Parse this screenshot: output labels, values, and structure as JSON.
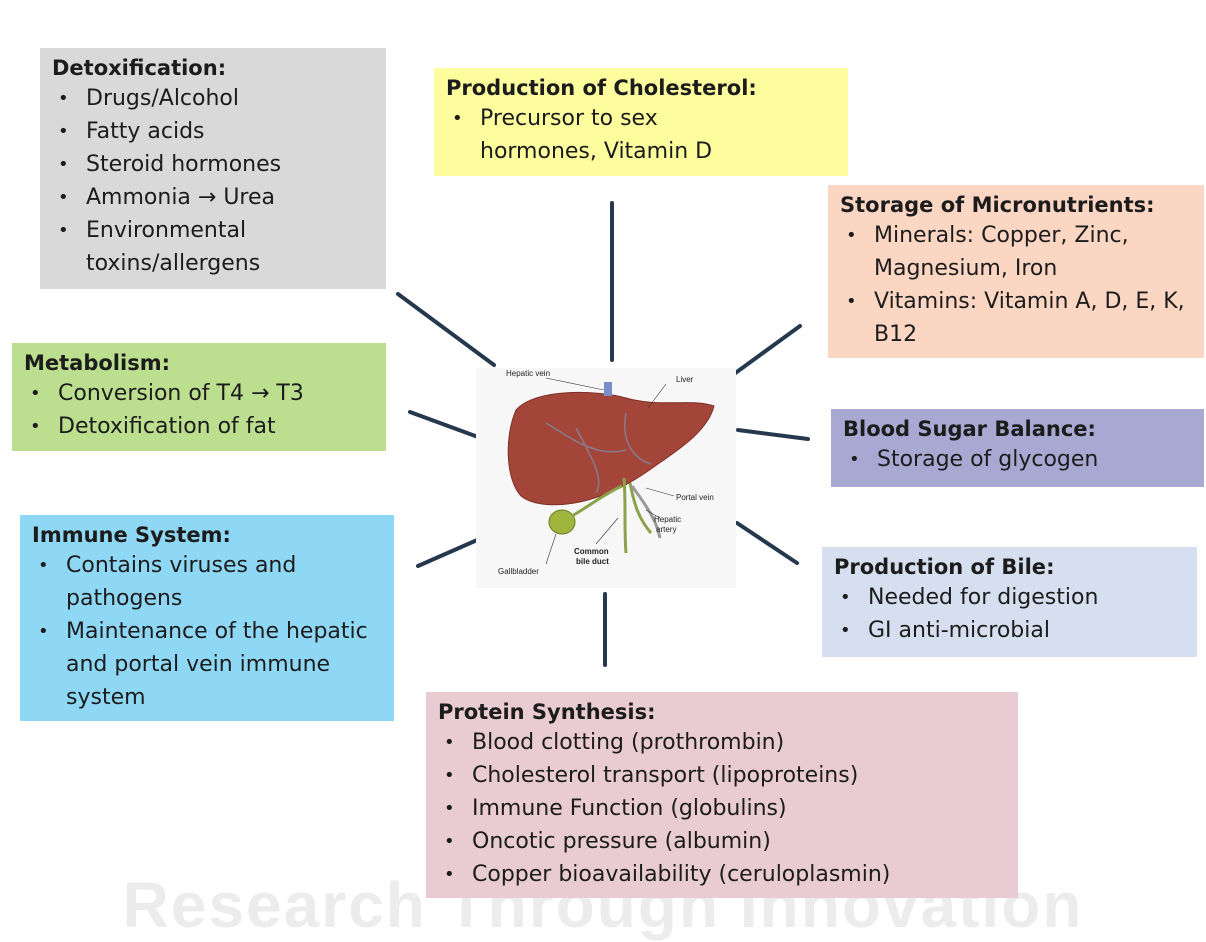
{
  "watermark": "Research Through Innovation",
  "boxes": {
    "detox": {
      "title": "Detoxification",
      "items": [
        "Drugs/Alcohol",
        "Fatty acids",
        "Steroid hormones",
        "Ammonia → Urea",
        "Environmental toxins/allergens"
      ]
    },
    "cholesterol": {
      "title": "Production of Cholesterol",
      "items": [
        "Precursor to sex hormones, Vitamin D"
      ]
    },
    "micronutrients": {
      "title": "Storage of Micronutrients",
      "items": [
        "Minerals: Copper, Zinc, Magnesium, Iron",
        "Vitamins: Vitamin A, D, E, K, B12"
      ]
    },
    "metabolism": {
      "title": "Metabolism",
      "items": [
        "Conversion of T4 → T3",
        "Detoxification of fat"
      ]
    },
    "blood_sugar": {
      "title": "Blood Sugar Balance",
      "items": [
        "Storage of glycogen"
      ]
    },
    "immune": {
      "title": "Immune System",
      "items": [
        "Contains viruses and pathogens",
        "Maintenance of the hepatic and portal vein immune system"
      ]
    },
    "bile": {
      "title": "Production of Bile",
      "items": [
        "Needed for digestion",
        "GI anti-microbial"
      ]
    },
    "protein": {
      "title": "Protein Synthesis",
      "items": [
        "Blood clotting (prothrombin)",
        "Cholesterol transport (lipoproteins)",
        "Immune Function (globulins)",
        "Oncotic pressure (albumin)",
        "Copper bioavailability (ceruloplasmin)"
      ]
    }
  },
  "liver_labels": {
    "hepatic_vein": "Hepatic vein",
    "liver": "Liver",
    "portal_vein": "Portal vein",
    "hepatic_artery_1": "Hepatic",
    "hepatic_artery_2": "artery",
    "common_bile_duct_1": "Common",
    "common_bile_duct_2": "bile duct",
    "gallbladder": "Gallbladder"
  },
  "colors": {
    "detox": "#d9d9d9",
    "cholesterol": "#fdfd9e",
    "micronutrients": "#fad6c3",
    "metabolism": "#bcde8f",
    "blood_sugar": "#a8a8d2",
    "immune": "#8fd8f5",
    "bile": "#d5dff0",
    "protein": "#e8cbd3",
    "connector": "#26384d",
    "liver": "#a4453a"
  }
}
